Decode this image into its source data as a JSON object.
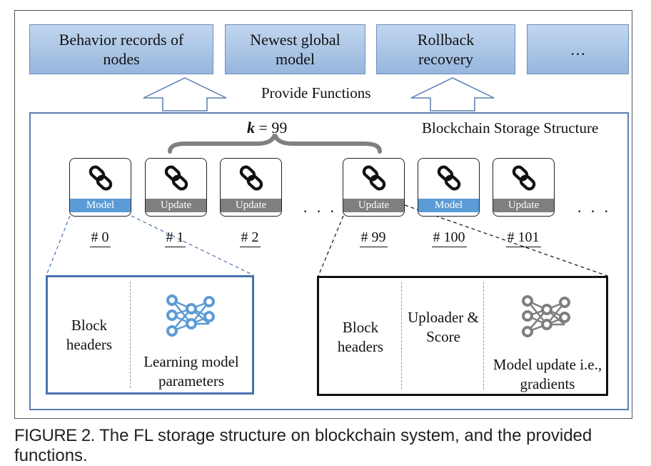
{
  "functions": [
    {
      "label": "Behavior records of nodes"
    },
    {
      "label": "Newest global model"
    },
    {
      "label": "Rollback recovery"
    },
    {
      "label": "…"
    }
  ],
  "provide_label": "Provide Functions",
  "storage": {
    "title": "Blockchain Storage Structure",
    "k_var": "k",
    "k_rest": " = 99"
  },
  "blocks": [
    {
      "type": "Model",
      "index": "# 0"
    },
    {
      "type": "Update",
      "index": "# 1"
    },
    {
      "type": "Update",
      "index": "# 2"
    },
    {
      "type": "Update",
      "index": "# 99"
    },
    {
      "type": "Model",
      "index": "# 100"
    },
    {
      "type": "Update",
      "index": "# 101"
    }
  ],
  "ellipsis": "· · ·",
  "model_block_detail": {
    "headers": "Block headers",
    "params": "Learning model parameters"
  },
  "update_block_detail": {
    "headers": "Block headers",
    "uploader": "Uploader & Score",
    "gradients": "Model update i.e., gradients"
  },
  "caption": {
    "label": "FIGURE 2.",
    "text": " The FL storage structure on blockchain system, and the provided functions."
  },
  "colors": {
    "model_tag": "#5b9bd5",
    "update_tag": "#7f7f7f",
    "function_box": "#a9c4e6",
    "storage_border": "#5a7fb2"
  },
  "icons": [
    "chain-link-icon",
    "neural-network-icon"
  ]
}
